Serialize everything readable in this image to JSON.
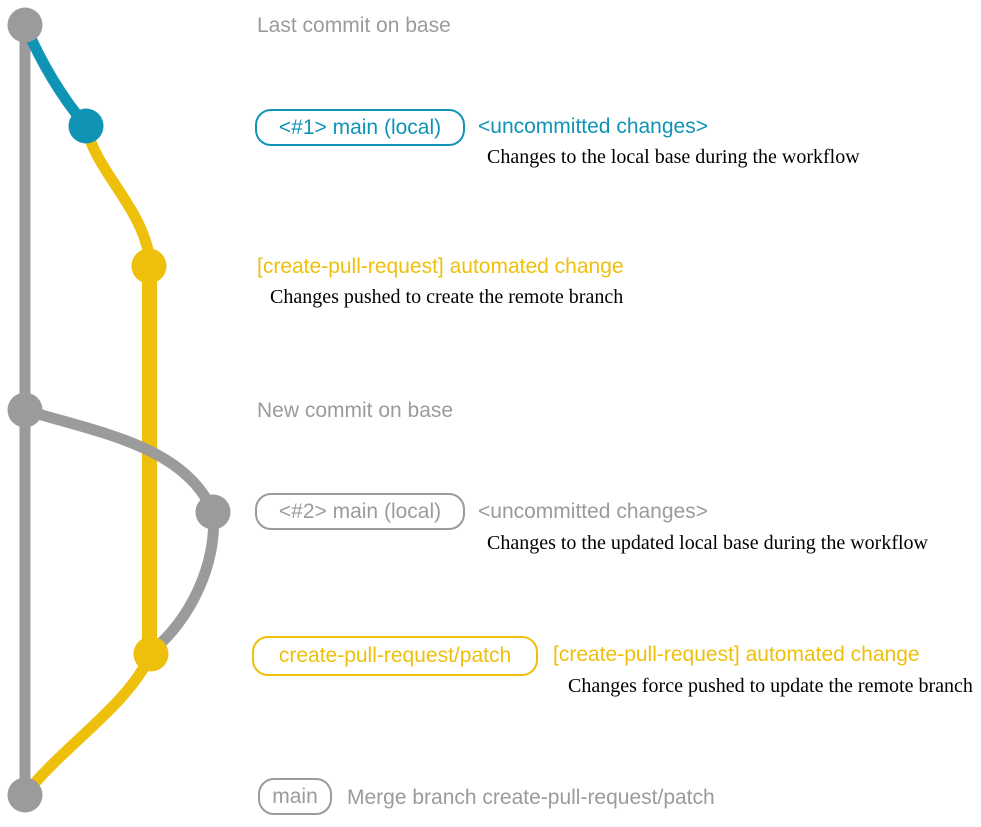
{
  "colors": {
    "gray": "#9B9B9B",
    "blue": "#1094B6",
    "yellow": "#EEC00C",
    "ink": "#000000",
    "background": "#FFFFFF"
  },
  "notes": {
    "top": "Last commit on base",
    "middle": "New commit on base"
  },
  "rows": {
    "row1": {
      "badge": "<#1> main (local)",
      "title": "<uncommitted changes>",
      "desc": "Changes to the local base during the workflow"
    },
    "row2": {
      "title": "[create-pull-request] automated change",
      "desc": "Changes pushed to create the remote branch"
    },
    "row3": {
      "badge": "<#2> main (local)",
      "title": "<uncommitted changes>",
      "desc": "Changes to the updated local base during the workflow"
    },
    "row4": {
      "badge": "create-pull-request/patch",
      "title": "[create-pull-request] automated change",
      "desc": "Changes force pushed to update the remote branch"
    },
    "row5": {
      "badge": "main",
      "title": "Merge branch create-pull-request/patch"
    }
  },
  "graph": {
    "branches": [
      {
        "name": "base",
        "color": "gray"
      },
      {
        "name": "main (local)",
        "color": "blue"
      },
      {
        "name": "create-pull-request/patch",
        "color": "yellow"
      }
    ],
    "commits": [
      {
        "id": "base-1",
        "branch": "base",
        "color": "gray",
        "note": "Last commit on base"
      },
      {
        "id": "local-1",
        "branch": "main (local)",
        "color": "blue",
        "note": "<#1> main (local) <uncommitted changes>"
      },
      {
        "id": "patch-1",
        "branch": "create-pull-request/patch",
        "color": "yellow",
        "note": "[create-pull-request] automated change"
      },
      {
        "id": "base-2",
        "branch": "base",
        "color": "gray",
        "note": "New commit on base"
      },
      {
        "id": "local-2",
        "branch": "main (local)",
        "color": "gray",
        "note": "<#2> main (local) <uncommitted changes>"
      },
      {
        "id": "patch-2",
        "branch": "create-pull-request/patch",
        "color": "yellow",
        "note": "[create-pull-request] automated change"
      },
      {
        "id": "merge",
        "branch": "base",
        "color": "gray",
        "note": "Merge branch create-pull-request/patch"
      }
    ]
  }
}
